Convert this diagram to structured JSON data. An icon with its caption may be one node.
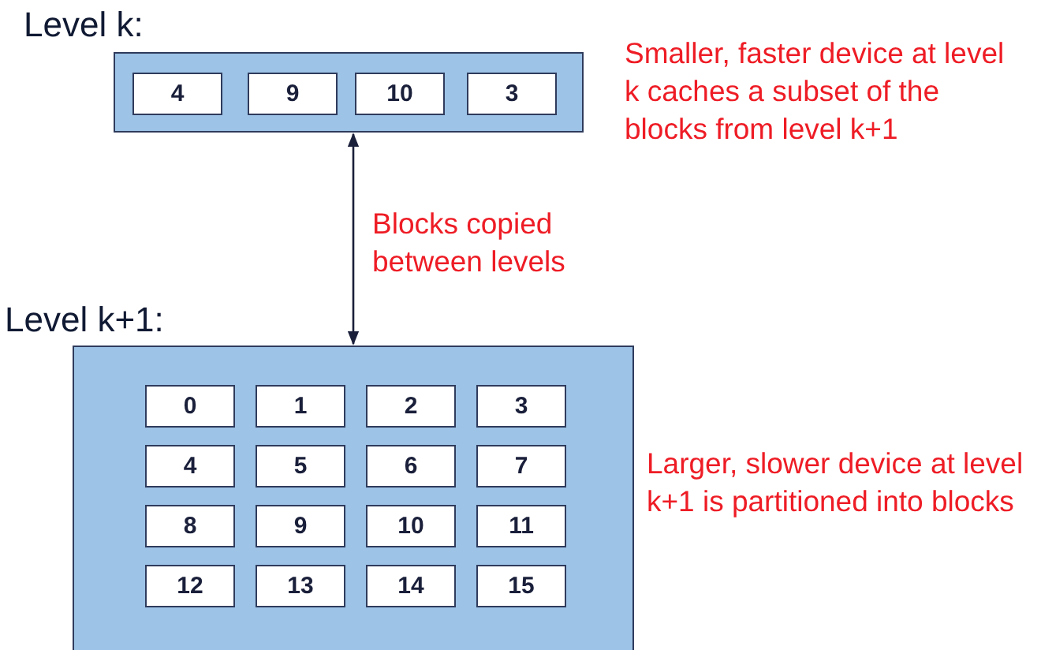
{
  "diagram": {
    "nodes": [
      {
        "text": [
          "Level k:"
        ],
        "beside": [
          "Smaller, faster device at level k caches a subset of the blocks from level k+1"
        ]
      },
      {
        "text": [
          "4"
        ],
        "in": 0
      },
      {
        "text": [
          "9"
        ],
        "in": 0
      },
      {
        "text": [
          "10"
        ],
        "in": 0
      },
      {
        "text": [
          "3"
        ],
        "in": 0
      },
      {
        "text": [
          "Level k+1:"
        ],
        "beside": [
          "Larger, slower device at level k+1 is partitioned into blocks"
        ]
      },
      {
        "text": [
          "0"
        ],
        "in": 5
      },
      {
        "text": [
          "1"
        ],
        "in": 5
      },
      {
        "text": [
          "2"
        ],
        "in": 5
      },
      {
        "text": [
          "3"
        ],
        "in": 5
      },
      {
        "text": [
          "4"
        ],
        "in": 5
      },
      {
        "text": [
          "5"
        ],
        "in": 5
      },
      {
        "text": [
          "6"
        ],
        "in": 5
      },
      {
        "text": [
          "7"
        ],
        "in": 5
      },
      {
        "text": [
          "8"
        ],
        "in": 5
      },
      {
        "text": [
          "9"
        ],
        "in": 5
      },
      {
        "text": [
          "10"
        ],
        "in": 5
      },
      {
        "text": [
          "11"
        ],
        "in": 5
      },
      {
        "text": [
          "12"
        ],
        "in": 5
      },
      {
        "text": [
          "13"
        ],
        "in": 5
      },
      {
        "text": [
          "14"
        ],
        "in": 5
      },
      {
        "text": [
          "15"
        ],
        "in": 5
      }
    ],
    "edges": [
      {
        "from": 0,
        "to": 5,
        "arrow": "both",
        "label": "Blocks copied between levels"
      }
    ]
  }
}
